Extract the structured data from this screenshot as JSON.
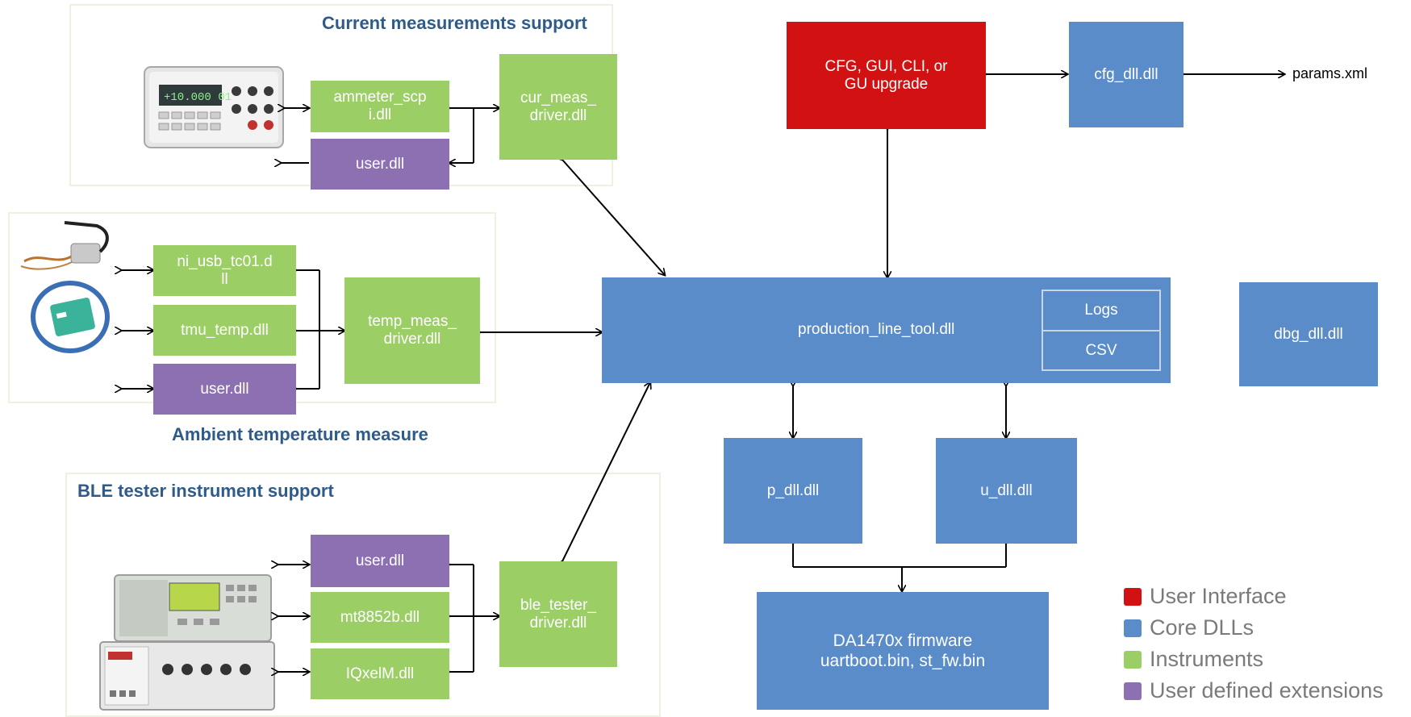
{
  "panels": {
    "current": {
      "title": "Current measurements support"
    },
    "temperature": {
      "title": "Ambient temperature measure"
    },
    "ble": {
      "title": "BLE tester instrument support"
    }
  },
  "boxes": {
    "ammeter": "ammeter_scp\ni.dll",
    "cur_user": "user.dll",
    "cur_meas": "cur_meas_\ndriver.dll",
    "ni_usb": "ni_usb_tc01.d\nll",
    "tmu_temp": "tmu_temp.dll",
    "temp_user": "user.dll",
    "temp_meas": "temp_meas_\ndriver.dll",
    "ble_user": "user.dll",
    "mt8852b": "mt8852b.dll",
    "iqxel": "IQxelM.dll",
    "ble_tester": "ble_tester_\ndriver.dll",
    "ui": "CFG, GUI, CLI, or\nGU upgrade",
    "cfg_dll": "cfg_dll.dll",
    "params": "params.xml",
    "production": "production_line_tool.dll",
    "logs": "Logs",
    "csv": "CSV",
    "dbg": "dbg_dll.dll",
    "p_dll": "p_dll.dll",
    "u_dll": "u_dll.dll",
    "firmware": "DA1470x firmware\nuartboot.bin, st_fw.bin"
  },
  "devices": {
    "multimeter_display": "+10.000 01"
  },
  "legend": [
    {
      "label": "User Interface",
      "color": "#d21212"
    },
    {
      "label": "Core DLLs",
      "color": "#5a8cc9"
    },
    {
      "label": "Instruments",
      "color": "#9bcf66"
    },
    {
      "label": "User defined extensions",
      "color": "#8c70b2"
    }
  ]
}
